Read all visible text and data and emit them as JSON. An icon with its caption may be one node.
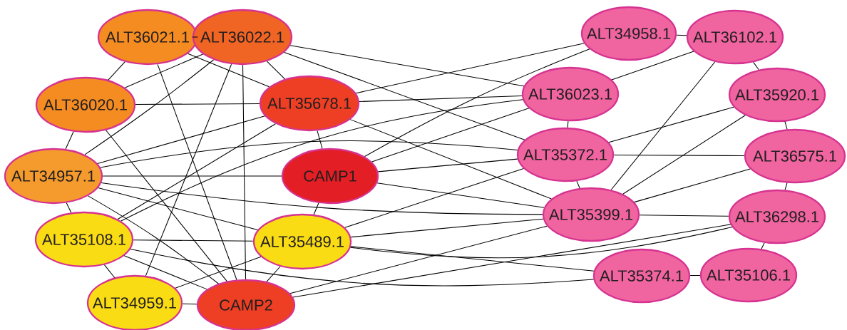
{
  "diagram": {
    "nodes": [
      {
        "text": [
          "ALT36021.1"
        ]
      },
      {
        "text": [
          "ALT36022.1"
        ]
      },
      {
        "text": [
          "ALT36020.1"
        ]
      },
      {
        "text": [
          "ALT35678.1"
        ]
      },
      {
        "text": [
          "ALT34957.1"
        ]
      },
      {
        "text": [
          "CAMP1"
        ]
      },
      {
        "text": [
          "ALT35108.1"
        ]
      },
      {
        "text": [
          "ALT35489.1"
        ]
      },
      {
        "text": [
          "ALT34959.1"
        ]
      },
      {
        "text": [
          "CAMP2"
        ]
      },
      {
        "text": [
          "ALT34958.1"
        ]
      },
      {
        "text": [
          "ALT36102.1"
        ]
      },
      {
        "text": [
          "ALT36023.1"
        ]
      },
      {
        "text": [
          "ALT35920.1"
        ]
      },
      {
        "text": [
          "ALT35372.1"
        ]
      },
      {
        "text": [
          "ALT36575.1"
        ]
      },
      {
        "text": [
          "ALT35399.1"
        ]
      },
      {
        "text": [
          "ALT36298.1"
        ]
      },
      {
        "text": [
          "ALT35374.1"
        ]
      },
      {
        "text": [
          "ALT35106.1"
        ]
      }
    ],
    "edges": [
      {
        "from": 0,
        "to": 1,
        "arrow": "none"
      },
      {
        "from": 0,
        "to": 2,
        "arrow": "none"
      },
      {
        "from": 0,
        "to": 3,
        "arrow": "none"
      },
      {
        "from": 0,
        "to": 9,
        "arrow": "none"
      },
      {
        "from": 1,
        "to": 2,
        "arrow": "none"
      },
      {
        "from": 1,
        "to": 3,
        "arrow": "none"
      },
      {
        "from": 1,
        "to": 4,
        "arrow": "none"
      },
      {
        "from": 1,
        "to": 9,
        "arrow": "none"
      },
      {
        "from": 1,
        "to": 8,
        "arrow": "none"
      },
      {
        "from": 1,
        "to": 12,
        "arrow": "none"
      },
      {
        "from": 1,
        "to": 14,
        "arrow": "none"
      },
      {
        "from": 2,
        "to": 3,
        "arrow": "none"
      },
      {
        "from": 2,
        "to": 4,
        "arrow": "none"
      },
      {
        "from": 2,
        "to": 9,
        "arrow": "none"
      },
      {
        "from": 3,
        "to": 4,
        "arrow": "none"
      },
      {
        "from": 3,
        "to": 5,
        "arrow": "none"
      },
      {
        "from": 3,
        "to": 6,
        "arrow": "none"
      },
      {
        "from": 3,
        "to": 10,
        "arrow": "none"
      },
      {
        "from": 3,
        "to": 12,
        "arrow": "none"
      },
      {
        "from": 3,
        "to": 16,
        "arrow": "none"
      },
      {
        "from": 4,
        "to": 5,
        "arrow": "none"
      },
      {
        "from": 4,
        "to": 6,
        "arrow": "none"
      },
      {
        "from": 4,
        "to": 7,
        "arrow": "none"
      },
      {
        "from": 4,
        "to": 9,
        "arrow": "none"
      },
      {
        "from": 4,
        "to": 14,
        "arrow": "none"
      },
      {
        "from": 4,
        "to": 16,
        "arrow": "none"
      },
      {
        "from": 5,
        "to": 7,
        "arrow": "none"
      },
      {
        "from": 5,
        "to": 10,
        "arrow": "none"
      },
      {
        "from": 5,
        "to": 12,
        "arrow": "none"
      },
      {
        "from": 5,
        "to": 14,
        "arrow": "none"
      },
      {
        "from": 5,
        "to": 16,
        "arrow": "none"
      },
      {
        "from": 6,
        "to": 7,
        "arrow": "none"
      },
      {
        "from": 6,
        "to": 8,
        "arrow": "none"
      },
      {
        "from": 6,
        "to": 9,
        "arrow": "none"
      },
      {
        "from": 6,
        "to": 12,
        "arrow": "none"
      },
      {
        "from": 6,
        "to": 18,
        "arrow": "none"
      },
      {
        "from": 7,
        "to": 8,
        "arrow": "none"
      },
      {
        "from": 7,
        "to": 9,
        "arrow": "none"
      },
      {
        "from": 7,
        "to": 14,
        "arrow": "none"
      },
      {
        "from": 7,
        "to": 16,
        "arrow": "none"
      },
      {
        "from": 7,
        "to": 17,
        "arrow": "none"
      },
      {
        "from": 7,
        "to": 18,
        "arrow": "none"
      },
      {
        "from": 8,
        "to": 9,
        "arrow": "none"
      },
      {
        "from": 9,
        "to": 16,
        "arrow": "none"
      },
      {
        "from": 9,
        "to": 17,
        "arrow": "none"
      },
      {
        "from": 10,
        "to": 11,
        "arrow": "none"
      },
      {
        "from": 11,
        "to": 12,
        "arrow": "none"
      },
      {
        "from": 11,
        "to": 13,
        "arrow": "none"
      },
      {
        "from": 11,
        "to": 16,
        "arrow": "none"
      },
      {
        "from": 12,
        "to": 14,
        "arrow": "none"
      },
      {
        "from": 13,
        "to": 14,
        "arrow": "none"
      },
      {
        "from": 13,
        "to": 16,
        "arrow": "none"
      },
      {
        "from": 13,
        "to": 15,
        "arrow": "none"
      },
      {
        "from": 14,
        "to": 15,
        "arrow": "none"
      },
      {
        "from": 14,
        "to": 16,
        "arrow": "none"
      },
      {
        "from": 15,
        "to": 16,
        "arrow": "none"
      },
      {
        "from": 15,
        "to": 17,
        "arrow": "none"
      },
      {
        "from": 16,
        "to": 17,
        "arrow": "none"
      },
      {
        "from": 17,
        "to": 19,
        "arrow": "none"
      },
      {
        "from": 18,
        "to": 19,
        "arrow": "none"
      }
    ]
  }
}
